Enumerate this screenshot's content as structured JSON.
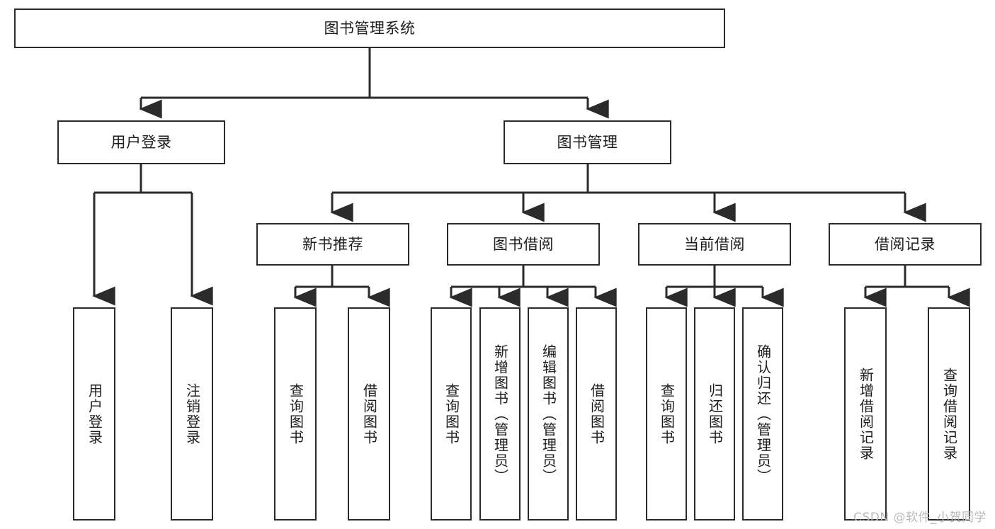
{
  "diagram": {
    "title": "图书管理系统",
    "type": "tree",
    "edge_color": "#2b2b2b",
    "box_border_color": "#2b2b2b",
    "box_fill_color": "#ffffff",
    "watermark": "CSDN @软件_小贺同学"
  },
  "nodes": {
    "root": {
      "label": "图书管理系统"
    },
    "level2": [
      {
        "label": "用户登录"
      },
      {
        "label": "图书管理"
      }
    ],
    "level3": [
      {
        "label": "新书推荐"
      },
      {
        "label": "图书借阅"
      },
      {
        "label": "当前借阅"
      },
      {
        "label": "借阅记录"
      }
    ],
    "leaves_user_login": [
      {
        "label": "用户登录"
      },
      {
        "label": "注销登录"
      }
    ],
    "leaves_new_book": [
      {
        "label": "查询图书"
      },
      {
        "label": "借阅图书"
      }
    ],
    "leaves_borrow": [
      {
        "label": "查询图书"
      },
      {
        "label": "新增图书（管理员）"
      },
      {
        "label": "编辑图书（管理员）"
      },
      {
        "label": "借阅图书"
      }
    ],
    "leaves_current": [
      {
        "label": "查询图书"
      },
      {
        "label": "归还图书"
      },
      {
        "label": "确认归还（管理员）"
      }
    ],
    "leaves_records": [
      {
        "label": "新增借阅记录"
      },
      {
        "label": "查询借阅记录"
      }
    ]
  }
}
